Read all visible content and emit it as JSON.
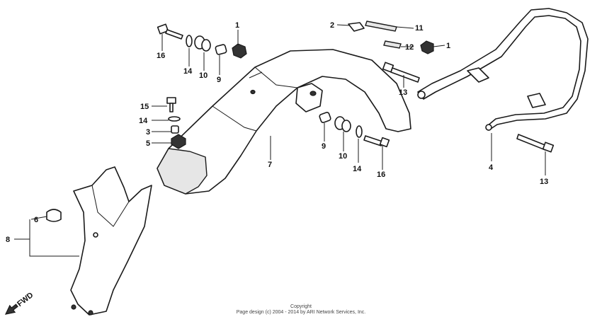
{
  "diagram": {
    "callouts": {
      "c1a": "1",
      "c2": "2",
      "c11": "11",
      "c12": "12",
      "c1b": "1",
      "c16a": "16",
      "c14a": "14",
      "c10a": "10",
      "c9a": "9",
      "c13a": "13",
      "c15": "15",
      "c14b": "14",
      "c3": "3",
      "c5": "5",
      "c7": "7",
      "c9b": "9",
      "c10b": "10",
      "c14c": "14",
      "c16b": "16",
      "c4": "4",
      "c13b": "13",
      "c6": "6",
      "c8": "8"
    },
    "fwd_label": "FWD",
    "copyright_line1": "Copyright",
    "copyright_line2": "Page design (c) 2004 - 2014 by ARI Network Services, Inc."
  }
}
